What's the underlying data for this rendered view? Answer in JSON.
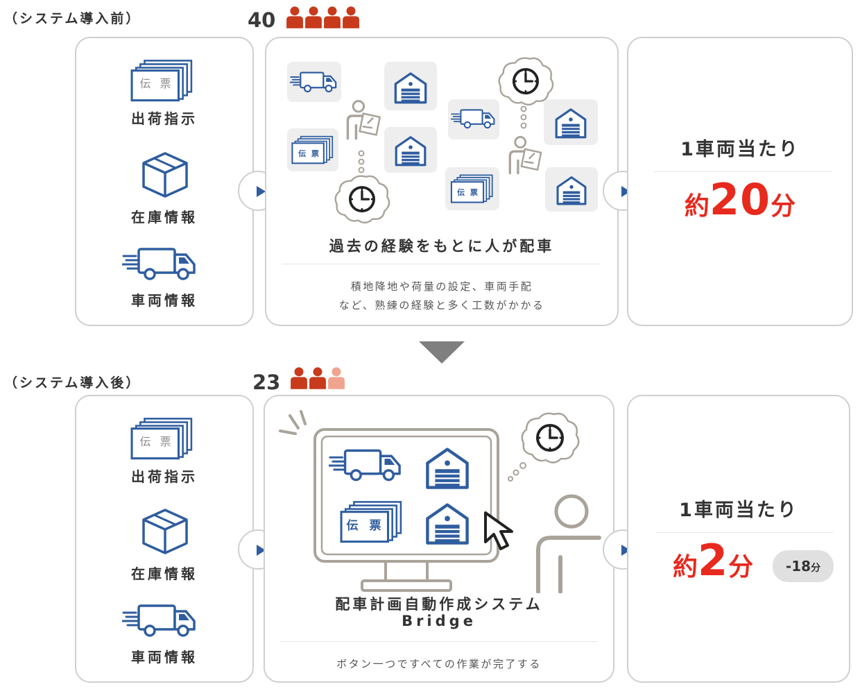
{
  "before": {
    "label": "（システム導入前）",
    "count": "40",
    "left_items": [
      {
        "label": "出荷指示",
        "icon": "slip-icon"
      },
      {
        "label": "在庫情報",
        "icon": "box-icon"
      },
      {
        "label": "車両情報",
        "icon": "truck-icon"
      }
    ],
    "slip_text": "伝 票",
    "center_title": "過去の経験をもとに人が配車",
    "center_desc": [
      "積地降地や荷量の設定、車両手配",
      "など、熟練の経験と多く工数がかかる"
    ],
    "result_title": "1車両当たり",
    "result_prefix": "約",
    "result_value": "20",
    "result_unit": "分"
  },
  "after": {
    "label": "（システム導入後）",
    "count": "23",
    "left_items": [
      {
        "label": "出荷指示",
        "icon": "slip-icon"
      },
      {
        "label": "在庫情報",
        "icon": "box-icon"
      },
      {
        "label": "車両情報",
        "icon": "truck-icon"
      }
    ],
    "slip_text": "伝 票",
    "center_title": "配車計画自動作成システム",
    "center_subtitle": "Bridge",
    "center_desc": "ボタン一つですべての作業が完了する",
    "result_title": "1車両当たり",
    "result_prefix": "約",
    "result_value": "2",
    "result_unit": "分",
    "badge_value": "-18",
    "badge_unit": "分"
  },
  "colors": {
    "icon_blue": "#2f5d9f",
    "accent_red": "#e8291e",
    "people_red": "#c73a1c",
    "people_light": "#f0a48f",
    "gray": "#a9a39a"
  }
}
